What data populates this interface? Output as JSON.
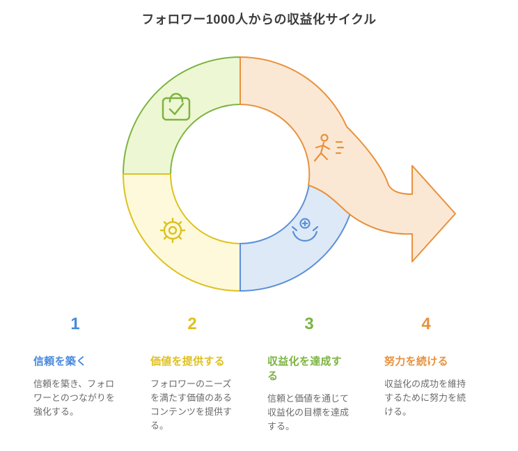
{
  "title": "フォロワー1000人からの収益化サイクル",
  "diagram": {
    "segments": [
      {
        "id": "trust",
        "icon": "shopping-bag-check-icon",
        "fill": "#eef7d3",
        "stroke": "#7cb342"
      },
      {
        "id": "value",
        "icon": "gear-icon",
        "fill": "#fdf9da",
        "stroke": "#ddc11f"
      },
      {
        "id": "monetize",
        "icon": "money-hands-icon",
        "fill": "#dde9f7",
        "stroke": "#5b8fd6"
      },
      {
        "id": "effort",
        "icon": "runner-icon",
        "fill": "#fbe8d4",
        "stroke": "#e8913d"
      }
    ]
  },
  "steps": [
    {
      "number": "1",
      "heading": "信頼を築く",
      "body": "信頼を築き、フォロワーとのつながりを強化する。",
      "color": "#4a89dc"
    },
    {
      "number": "2",
      "heading": "価値を提供する",
      "body": "フォロワーのニーズを満たす価値のあるコンテンツを提供する。",
      "color": "#dfc01e"
    },
    {
      "number": "3",
      "heading": "収益化を達成する",
      "body": "信頼と価値を通じて収益化の目標を達成する。",
      "color": "#7cb342"
    },
    {
      "number": "4",
      "heading": "努力を続ける",
      "body": "収益化の成功を維持するために努力を続ける。",
      "color": "#e8913d"
    }
  ]
}
